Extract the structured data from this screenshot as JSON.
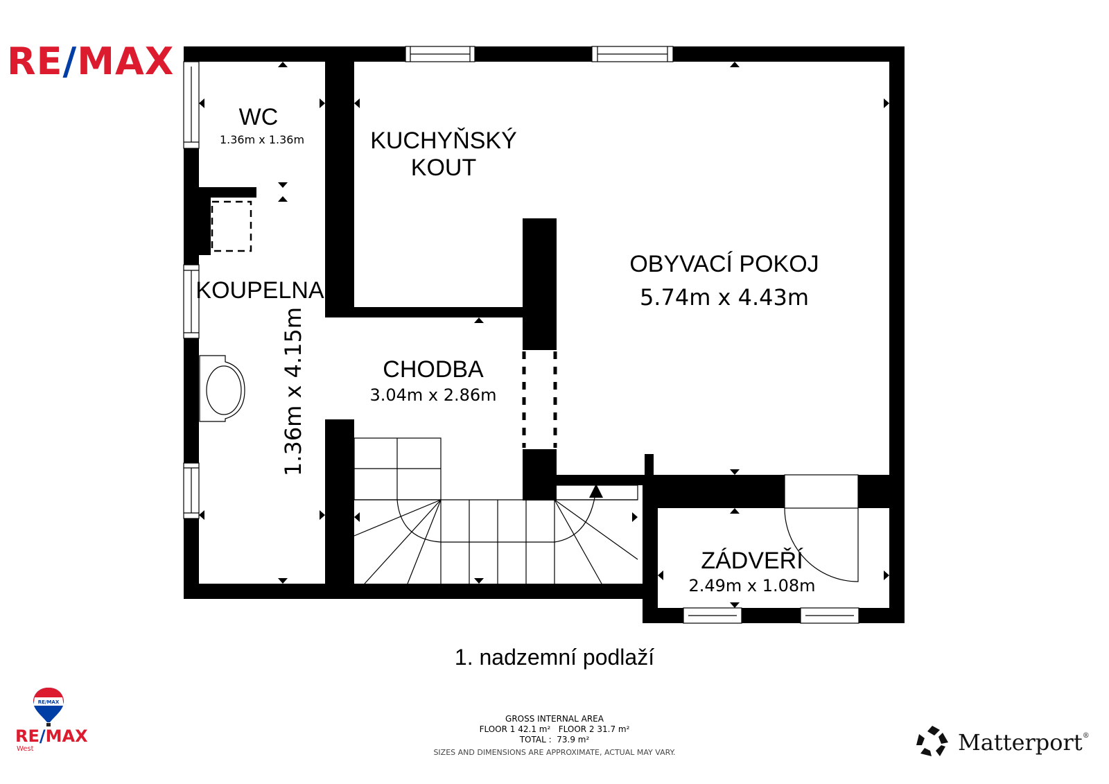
{
  "brand": {
    "top_logo": {
      "left": "RE",
      "slash": "/",
      "right": "MAX"
    },
    "bottom_logo": {
      "left": "RE",
      "slash": "/",
      "right": "MAX",
      "sub": "West",
      "balloon_text": "RE/MAX"
    },
    "colors": {
      "red": "#dc1c2e",
      "blue": "#003da5"
    },
    "matterport": {
      "name": "Matterport",
      "mark": "®"
    }
  },
  "rooms": {
    "wc": {
      "name": "WC",
      "dims": "1.36m x 1.36m"
    },
    "kitchen": {
      "name_line1": "KUCHYŇSKÝ",
      "name_line2": "KOUT"
    },
    "living": {
      "name": "OBYVACÍ POKOJ",
      "dims": "5.74m x 4.43m"
    },
    "bathroom": {
      "name": "KOUPELNA",
      "dims": "1.36m x 4.15m"
    },
    "hallway": {
      "name": "CHODBA",
      "dims": "3.04m x 2.86m"
    },
    "vestibule": {
      "name": "ZÁDVEŘÍ",
      "dims": "2.49m x 1.08m"
    }
  },
  "floor_title": "1. nadzemní podlaží",
  "area": {
    "heading": "GROSS INTERNAL AREA",
    "floors": "FLOOR 1 42.1 m²   FLOOR 2 31.7 m²",
    "total": "TOTAL :  73.9 m²",
    "disclaimer": "SIZES AND DIMENSIONS ARE APPROXIMATE, ACTUAL MAY VARY."
  }
}
